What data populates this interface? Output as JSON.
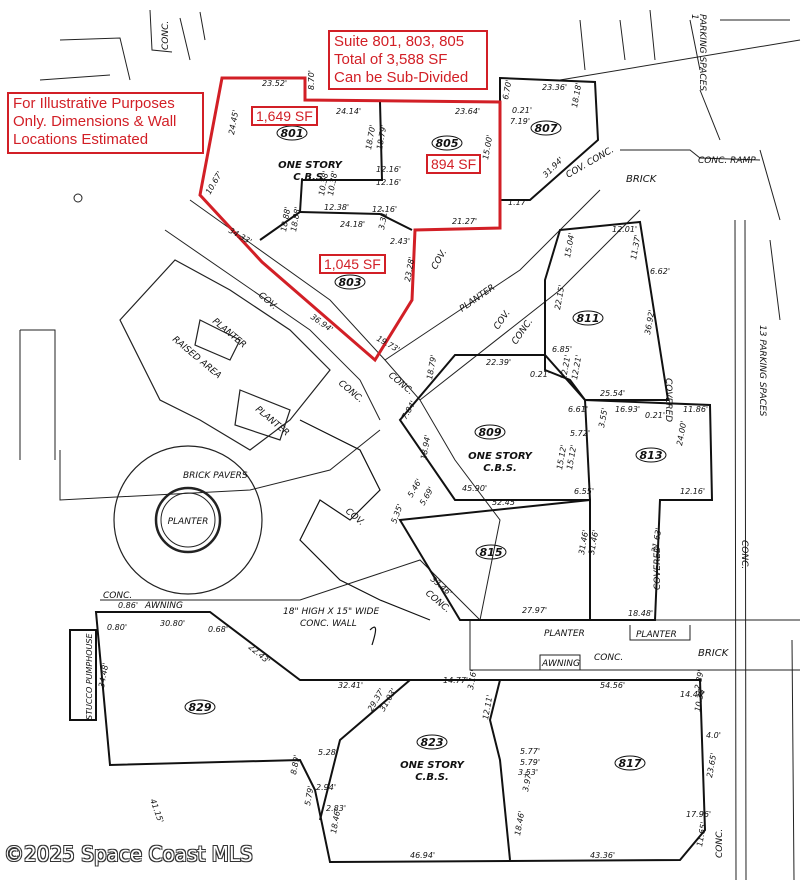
{
  "callouts": {
    "suite_lines": [
      "Suite 801, 803, 805",
      "Total of 3,588 SF",
      "Can be Sub-Divided"
    ],
    "disclaimer_lines": [
      "For Illustrative Purposes",
      "Only. Dimensions & Wall",
      "Locations Estimated"
    ]
  },
  "sf_labels": {
    "s801": "1,649 SF",
    "s805": "894 SF",
    "s803": "1,045 SF"
  },
  "units": {
    "u801": "801",
    "u803": "803",
    "u805": "805",
    "u807": "807",
    "u809": "809",
    "u811": "811",
    "u813": "813",
    "u815": "815",
    "u817": "817",
    "u823": "823",
    "u829": "829"
  },
  "labels": {
    "one_story": "ONE STORY",
    "cbs": "C.B.S.",
    "conc": "CONC.",
    "cov": "COV.",
    "cov_conc": "COV. CONC.",
    "brick": "BRICK",
    "conc_ramp": "CONC. RAMP",
    "parking_top": "PARKING SPACES",
    "parking_13": "13 PARKING SPACES",
    "planter": "PLANTER",
    "raised_area": "RAISED AREA",
    "brick_pavers": "BRICK PAVERS",
    "covered": "COVERED",
    "awning": "AWNING",
    "stucco_pumphouse": "STUCCO PUMPHOUSE",
    "wall_note": "18\" HIGH X 15\" WIDE",
    "wall_note2": "CONC. WALL",
    "conc_awning": "CONC.",
    "num_1": "1"
  },
  "dimensions": [
    "23.52'",
    "8.70'",
    "24.14'",
    "23.64'",
    "24.45'",
    "18.70'",
    "18.79'",
    "15.00'",
    "12.16'",
    "12.16'",
    "10.38'",
    "10.38'",
    "12.38'",
    "18.88'",
    "18.88'",
    "24.18'",
    "12.16'",
    "3.31'",
    "21.27'",
    "2.43'",
    "23.28'",
    "10.67'",
    "34.33'",
    "36.94'",
    "19.73'",
    "6.70'",
    "23.36'",
    "18.18'",
    "0.21'",
    "7.19'",
    "1.17'",
    "31.94'",
    "12.01'",
    "11.37'",
    "15.04'",
    "6.62'",
    "22.15'",
    "36.92'",
    "6.85'",
    "22.39'",
    "12.21'",
    "0.21'",
    "12.21'",
    "25.54'",
    "18.79'",
    "6.61'",
    "16.93'",
    "0.21'",
    "11.86'",
    "7.84'",
    "5.72'",
    "3.55'",
    "24.00'",
    "18.94'",
    "15.12'",
    "15.12'",
    "45.90'",
    "12.16'",
    "5.46'",
    "5.69'",
    "52.45'",
    "6.55'",
    "5.35'",
    "31.46'",
    "31.46'",
    "31.63'",
    "33.46'",
    "27.97'",
    "18.48'",
    "0.86'",
    "0.80'",
    "30.80'",
    "0.68'",
    "22.43'",
    "32.41'",
    "14.77'",
    "3.16'",
    "54.56'",
    "2.89'",
    "14.40'",
    "10.35'",
    "4.0'",
    "34.48'",
    "29.37'",
    "31.03'",
    "12.11'",
    "5.28'",
    "5.77'",
    "5.79'",
    "3.53'",
    "3.97'",
    "8.89'",
    "2.94'",
    "5.79'",
    "2.83'",
    "23.65'",
    "18.46'",
    "18.46'",
    "17.96'",
    "11.65'",
    "41.15'",
    "46.94'",
    "43.36'"
  ],
  "watermark": "©2025 Space Coast MLS",
  "colors": {
    "highlight": "#d21f26",
    "ink": "#111111"
  }
}
